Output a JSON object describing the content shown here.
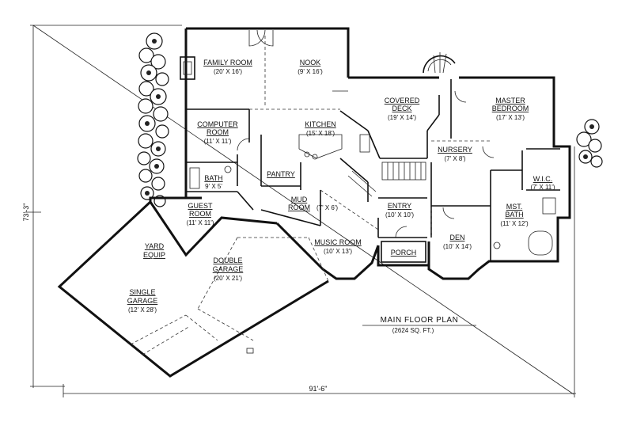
{
  "plan": {
    "title": "MAIN FLOOR PLAN",
    "area": "(2624 SQ. FT.)",
    "width_dimension": "91'-6\"",
    "depth_dimension": "73'-3\""
  },
  "rooms": {
    "family_room": {
      "name": "FAMILY ROOM",
      "size": "(20' X 16')"
    },
    "nook": {
      "name": "NOOK",
      "size": "(9' X 16')"
    },
    "covered_deck": {
      "name": "COVERED DECK",
      "size": "(19' X 14')"
    },
    "master_bedroom": {
      "name": "MASTER BEDROOM",
      "size": "(17' X 13')"
    },
    "computer_room": {
      "name": "COMPUTER ROOM",
      "size": "(11' X 11')"
    },
    "kitchen": {
      "name": "KITCHEN",
      "size": "(15' X 18')"
    },
    "nursery": {
      "name": "NURSERY",
      "size": "(7' X 8')"
    },
    "pantry": {
      "name": "PANTRY"
    },
    "bath": {
      "name": "BATH",
      "size": "9' X 5'"
    },
    "wic": {
      "name": "W.I.C.",
      "size": "(7' X 11')"
    },
    "mud_room": {
      "name": "MUD ROOM",
      "size": "(7' X 6')"
    },
    "guest_room": {
      "name": "GUEST ROOM",
      "size": "(11' X 11')"
    },
    "entry": {
      "name": "ENTRY",
      "size": "(10' X 10')"
    },
    "mst_bath": {
      "name": "MST. BATH",
      "size": "(11' X 12')"
    },
    "den": {
      "name": "DEN",
      "size": "(10' X 14')"
    },
    "yard_equip": {
      "name": "YARD EQUIP"
    },
    "double_garage": {
      "name": "DOUBLE GARAGE",
      "size": "(20' X 21')"
    },
    "music_room": {
      "name": "MUSIC ROOM",
      "size": "(10' X 13')"
    },
    "porch": {
      "name": "PORCH"
    },
    "single_garage": {
      "name": "SINGLE GARAGE",
      "size": "(12' X 28')"
    }
  }
}
